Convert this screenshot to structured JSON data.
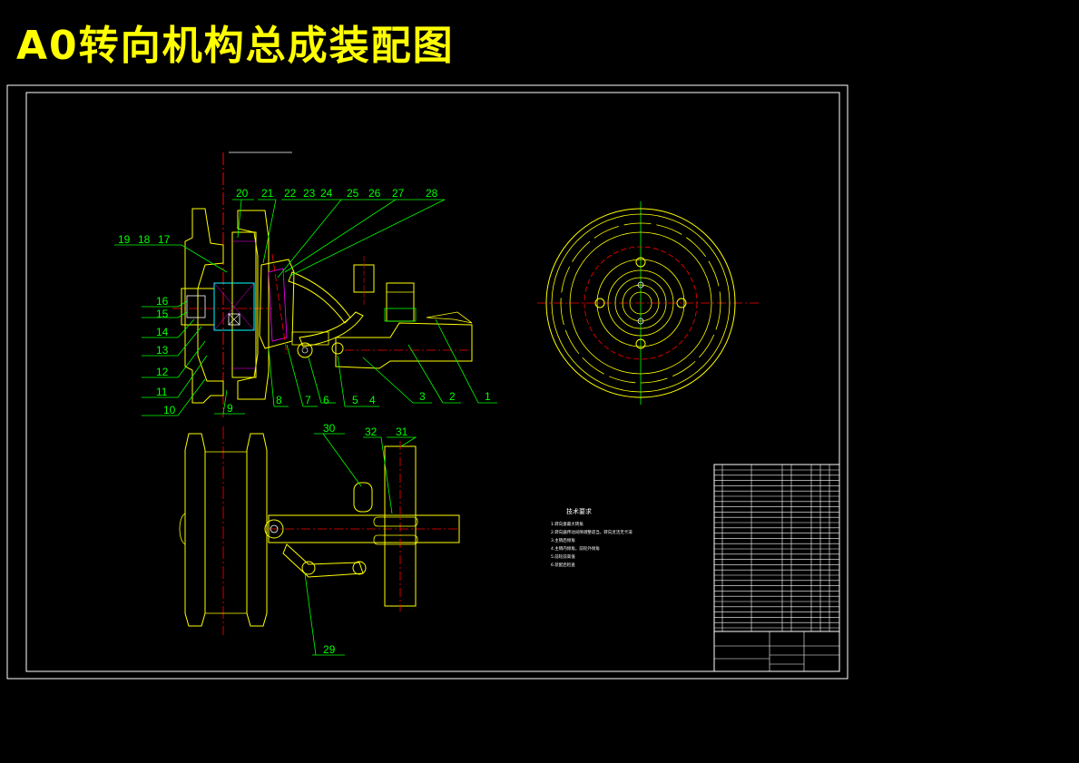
{
  "title": "A0转向机构总成装配图",
  "part_labels": [
    "1",
    "2",
    "3",
    "4",
    "5",
    "6",
    "7",
    "8",
    "9",
    "10",
    "11",
    "12",
    "13",
    "14",
    "15",
    "16",
    "17",
    "18",
    "19",
    "20",
    "21",
    "22",
    "23",
    "24",
    "25",
    "26",
    "27",
    "28",
    "29",
    "30",
    "31",
    "32"
  ],
  "tech_requirements": {
    "heading": "技术要求",
    "lines": [
      "1.转向盘最大转角",
      "2.转向器传动间隙调整适当，转向灵活无卡滞",
      "3.主销后倾角",
      "4.主销内倾角，前轮外倾角",
      "5.前轮前束值",
      "6.装配后检查"
    ]
  },
  "colors": {
    "frame": "#ffffff",
    "part_outline": "#ffff00",
    "centerline": "#ff0000",
    "leader": "#00ff00",
    "section": "#ff00ff",
    "hidden": "#00ffff"
  }
}
